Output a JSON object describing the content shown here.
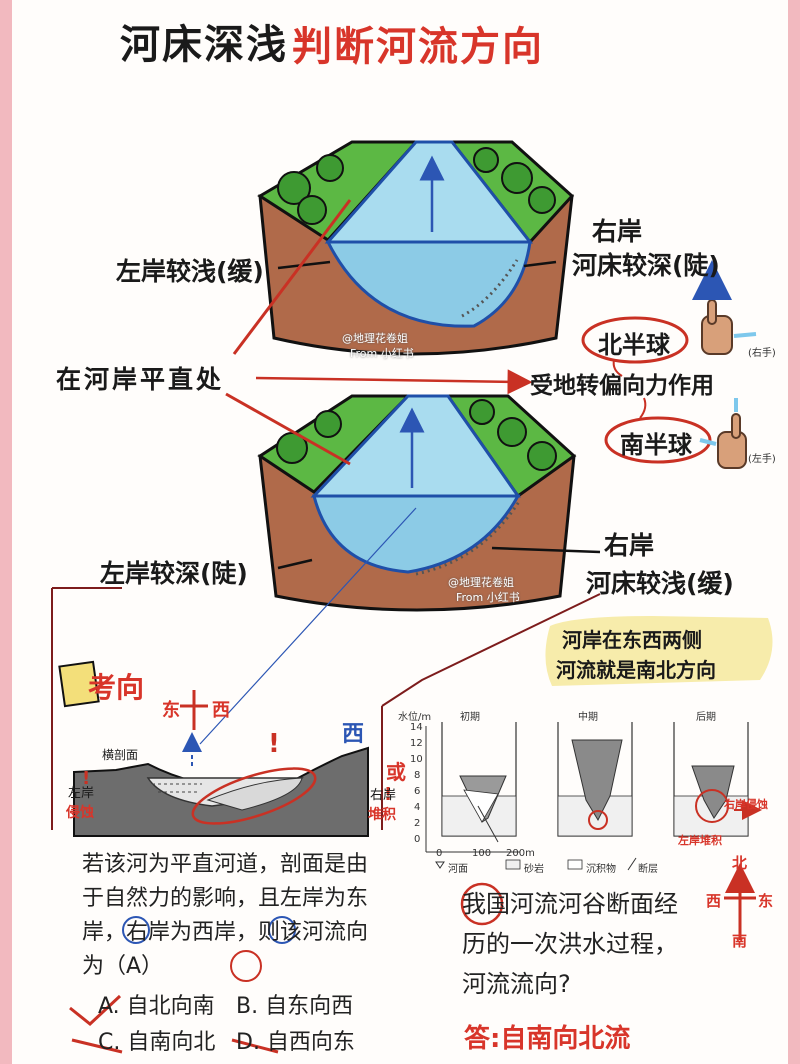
{
  "title": {
    "part1": "河床深浅",
    "part2": "判断河流方向"
  },
  "diagram1": {
    "left_label": "左岸较浅(缓)",
    "right_label_1": "右岸",
    "right_label_2": "河床较深(陡)"
  },
  "middle": {
    "label": "在河岸平直处",
    "arrow_label": "受地转偏向力作用"
  },
  "hemispheres": {
    "north": "北半球",
    "south": "南半球",
    "north_hand": "(右手)",
    "south_hand": "(左手)"
  },
  "diagram2": {
    "left_label": "左岸较深(陡)",
    "right_label_1": "右岸",
    "right_label_2": "河床较浅(缓)"
  },
  "watermark": {
    "line1": "@地理花卷姐",
    "line2": "From 小红书"
  },
  "note": {
    "line1": "河岸在东西两侧",
    "line2": "河流就是南北方向"
  },
  "exam_tag": "考向",
  "cross_section": {
    "compass_east": "东",
    "compass_west": "西",
    "top_label": "横剖面",
    "west_label": "西",
    "left_bank": "左岸",
    "left_note": "侵蚀",
    "right_bank": "右岸",
    "right_note": "堆积",
    "or_mark": "或"
  },
  "question1": {
    "text": "若该河为平直河道，剖面是由于自然力的影响，且左岸为东岸，右岸为西岸，则该河流向为（A）",
    "answer": "A",
    "options": [
      "A. 自北向南",
      "B. 自东向西",
      "C. 自南向北",
      "D. 自西向东"
    ]
  },
  "flood_chart": {
    "y_axis_label": "水位/m",
    "y_ticks": [
      "14",
      "12",
      "10",
      "8",
      "6",
      "4",
      "2",
      "0"
    ],
    "panels": [
      "初期",
      "中期",
      "后期"
    ],
    "scale_labels": [
      "0",
      "100",
      "200m"
    ],
    "legend": [
      "河面",
      "砂岩",
      "沉积物",
      "断层"
    ],
    "annotation_right": "右岸侵蚀",
    "annotation_left": "左岸堆积"
  },
  "question2": {
    "text": "我国河流河谷断面经历的一次洪水过程，河流流向?",
    "answer": "答:自南向北流"
  },
  "compass2": {
    "north": "北",
    "south": "南",
    "east": "东",
    "west": "西"
  }
}
